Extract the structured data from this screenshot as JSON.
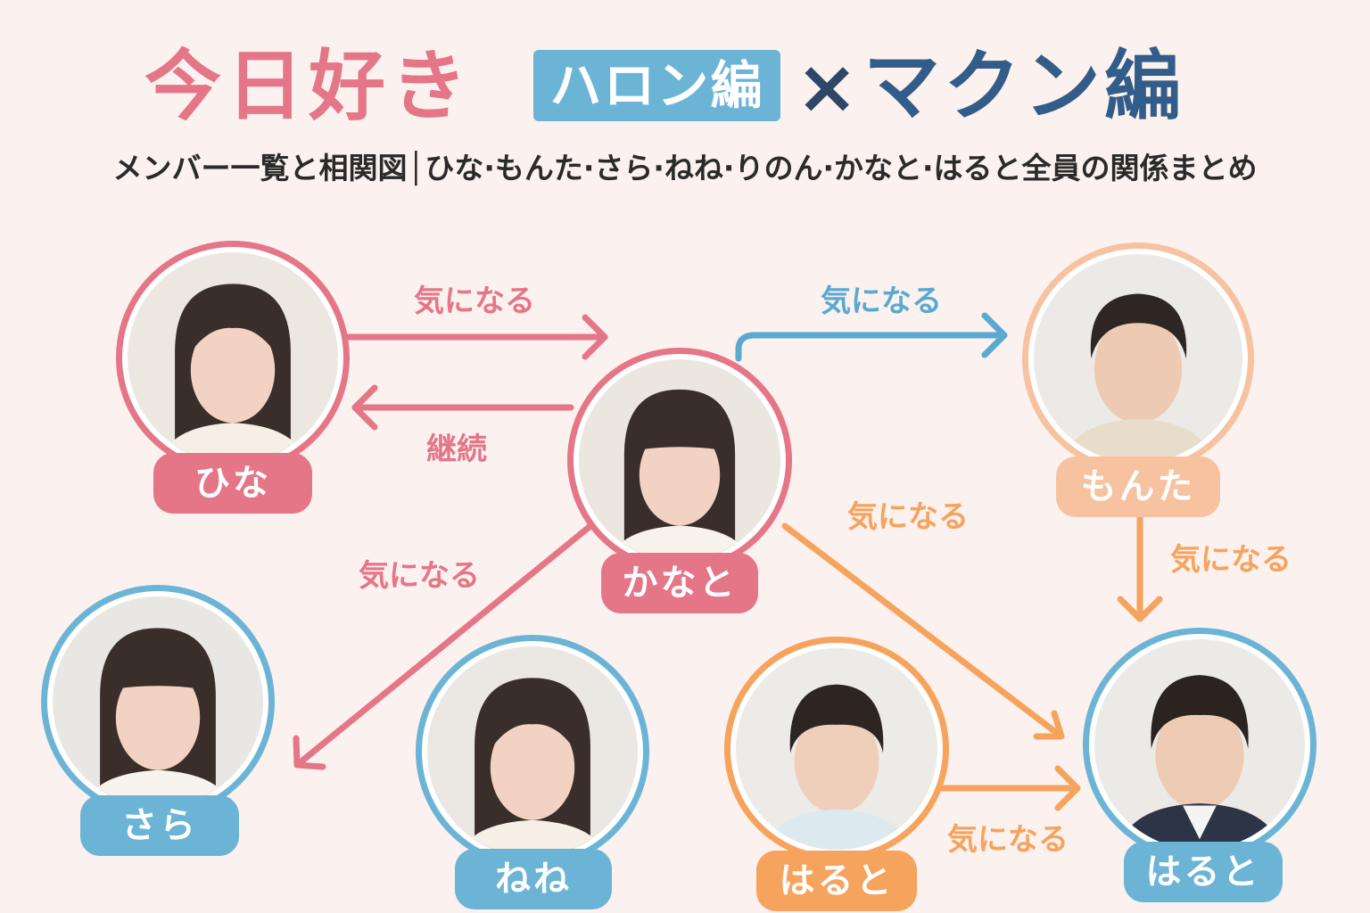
{
  "title": {
    "main": "今日好き",
    "badge": "ハロン編",
    "times": "×",
    "sub": "マクン編"
  },
  "subtitle": "メンバー一覧と相関図│ひな·もんた·さら·ねね·りのん·かなと·はると全員の関係まとめ",
  "colors": {
    "pink": "#e47688",
    "blue": "#6cb4d6",
    "orange": "#f6a35e",
    "peach": "#f6c2a0",
    "navy": "#325c8a"
  },
  "people": [
    {
      "id": "hina",
      "name": "ひな",
      "color": "#e47688"
    },
    {
      "id": "kanato",
      "name": "かなと",
      "color": "#e47688"
    },
    {
      "id": "monta",
      "name": "もんた",
      "color": "#f6c2a0"
    },
    {
      "id": "sara",
      "name": "さら",
      "color": "#6cb4d6"
    },
    {
      "id": "nene",
      "name": "ねね",
      "color": "#6cb4d6"
    },
    {
      "id": "haruto_left",
      "name": "はると",
      "color": "#f6a35e"
    },
    {
      "id": "haruto_right",
      "name": "はると",
      "color": "#6cb4d6"
    }
  ],
  "relations": [
    {
      "id": "hina-kanato",
      "from": "ひな",
      "to": "かなと",
      "label": "気になる",
      "color": "#e47688"
    },
    {
      "id": "kanato-hina",
      "from": "かなと",
      "to": "ひな",
      "label": "継続",
      "color": "#e47688"
    },
    {
      "id": "kanato-monta",
      "from": "かなと",
      "to": "もんた",
      "label": "気になる",
      "color": "#5aa9d1"
    },
    {
      "id": "kanato-sara",
      "from": "かなと",
      "to": "さら",
      "label": "気になる",
      "color": "#e47688"
    },
    {
      "id": "kanato-haruto",
      "from": "かなと",
      "to": "はると",
      "label": "気になる",
      "color": "#f6a35e"
    },
    {
      "id": "monta-haruto",
      "from": "もんた",
      "to": "はると",
      "label": "気になる",
      "color": "#f6a35e"
    },
    {
      "id": "haruto-haruto",
      "from": "はると",
      "to": "はると",
      "label": "気になる",
      "color": "#f6a35e"
    }
  ]
}
